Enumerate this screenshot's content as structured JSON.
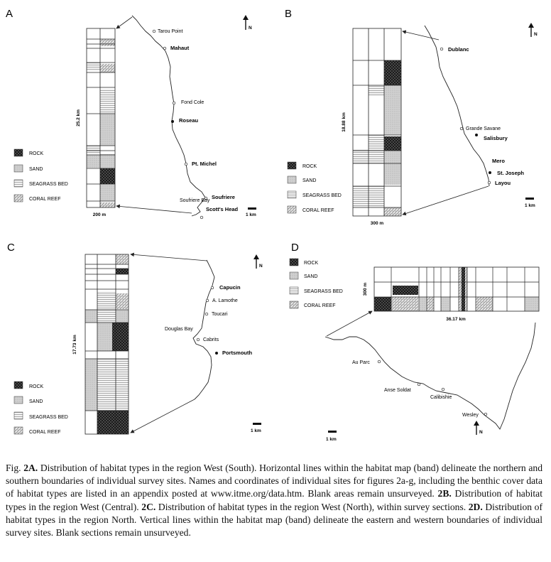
{
  "panels": {
    "a": {
      "letter": "A",
      "length": "25.2 km",
      "width": "200 m",
      "places": [
        "Tarou Point",
        "Mahaut",
        "Fond Cole",
        "Roseau",
        "Pt. Michel",
        "Soufriere",
        "Soufriere Bay",
        "Scott's Head"
      ],
      "scale": "1 km",
      "north": "N"
    },
    "b": {
      "letter": "B",
      "length": "18.88 km",
      "width": "300 m",
      "places": [
        "Dublanc",
        "Grande Savane",
        "Salisbury",
        "Mero",
        "St. Joseph",
        "Layou"
      ],
      "scale": "1 km",
      "north": "N"
    },
    "c": {
      "letter": "C",
      "length": "17.73 km",
      "places": [
        "Capucin",
        "A. Lamothe",
        "Toucari",
        "Douglas Bay",
        "Cabrits",
        "Portsmouth"
      ],
      "scale": "1 km",
      "north": "N"
    },
    "d": {
      "letter": "D",
      "length": "36.17 km",
      "width": "300 m",
      "places": [
        "Au Parc",
        "Anse Soldat",
        "Calibishie",
        "Wesley"
      ],
      "scale": "1 km",
      "north": "N"
    }
  },
  "legend": [
    "ROCK",
    "SAND",
    "SEAGRASS BED",
    "CORAL REEF"
  ],
  "caption": {
    "p1": "Fig. ",
    "b1": "2A.",
    "p2": " Distribution of habitat types in the region West (South). Horizontal lines within the habitat map (band) delineate the northern and southern boundaries of individual survey sites. Names and coordinates of individual sites for figures 2a-g, including the benthic cover data of habitat types are listed in an appendix posted at www.itme.org/data.htm. Blank areas remain unsurveyed. ",
    "b2": "2B.",
    "p3": " Distribution of habitat types in the region West (Central). ",
    "b3": "2C.",
    "p4": " Distribution of habitat types in the region West (North), within survey sections. ",
    "b4": "2D.",
    "p5": " Distribution of habitat types in the region North. Vertical lines within the habitat map (band) delineate the eastern and western boundaries of individual survey sites. Blank sections remain unsurveyed."
  }
}
